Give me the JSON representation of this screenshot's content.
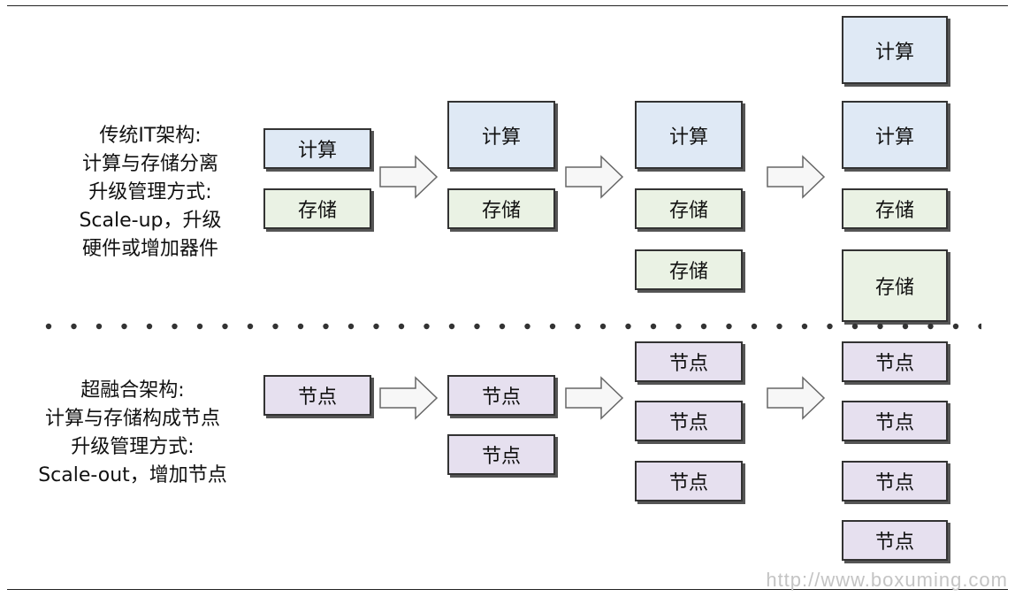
{
  "traditional": {
    "lines": [
      "传统IT架构:",
      "计算与存储分离",
      "升级管理方式:",
      "Scale-up，升级",
      "硬件或增加器件"
    ]
  },
  "hci": {
    "lines": [
      "超融合架构:",
      "计算与存储构成节点",
      "升级管理方式:",
      "Scale-out，增加节点"
    ]
  },
  "labels": {
    "compute": "计算",
    "storage": "存储",
    "node": "节点"
  },
  "watermark": "http://www.boxuming.com",
  "colors": {
    "compute_fill": "#dfe9f5",
    "storage_fill": "#eaf2e4",
    "node_fill": "#e6e0ef",
    "border": "#333333"
  }
}
